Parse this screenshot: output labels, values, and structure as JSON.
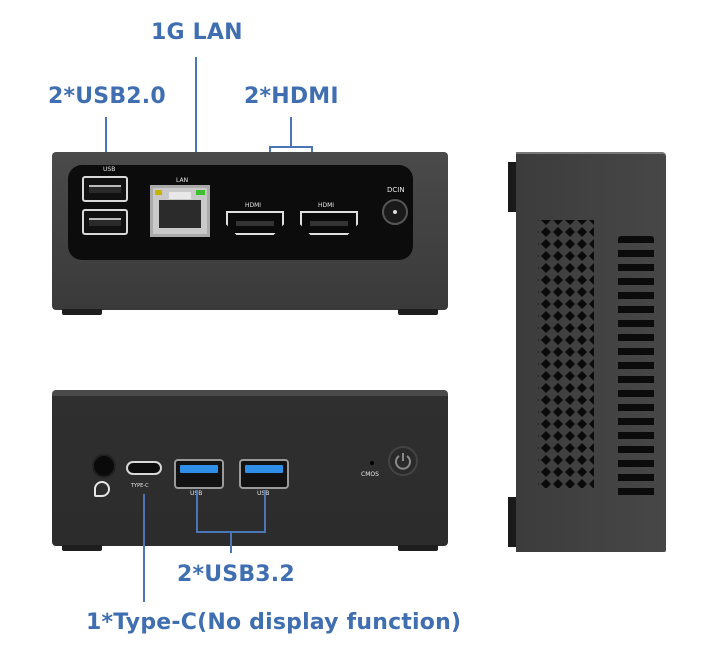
{
  "labels": {
    "lan": "1G LAN",
    "usb2": "2*USB2.0",
    "hdmi": "2*HDMI",
    "usb3": "2*USB3.2",
    "typec": "1*Type-C(No display function)"
  },
  "port_markings": {
    "usb2": "USB",
    "lan": "LAN",
    "hdmi1": "HDMI",
    "hdmi2": "HDMI",
    "dcin": "DCIN",
    "typec": "TYPE-C",
    "usb3a": "USB",
    "usb3b": "USB",
    "cmos": "CMOS"
  },
  "colors": {
    "label": "#3f6fb0",
    "leader_line": "#4a76b5",
    "chassis": "#404040",
    "panel": "#0c0c0c",
    "usb3_accent": "#2f8fe8"
  }
}
